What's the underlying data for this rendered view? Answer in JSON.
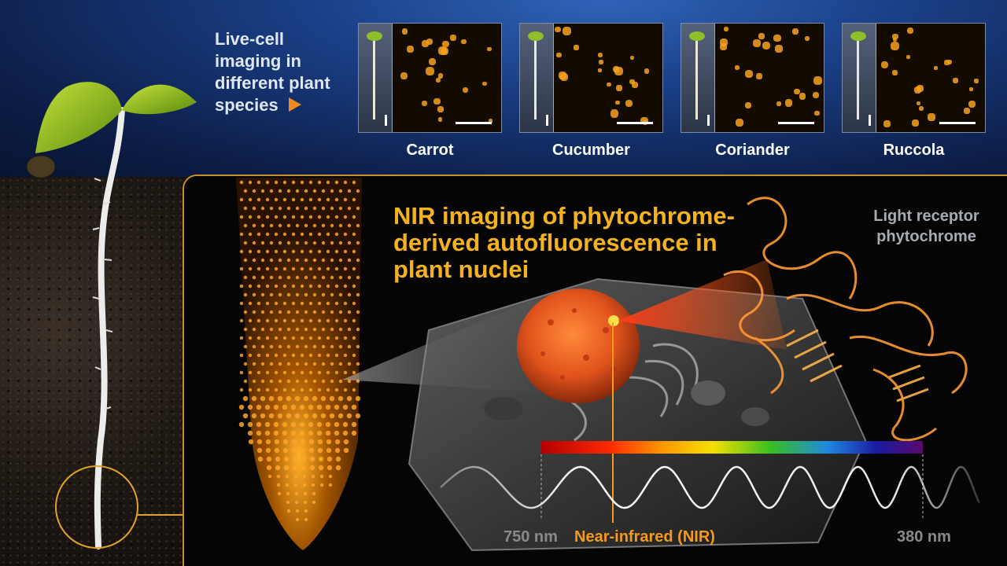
{
  "header": {
    "intro_lines": [
      "Live-cell",
      "imaging in",
      "different plant",
      "species"
    ]
  },
  "species": [
    {
      "name": "Carrot"
    },
    {
      "name": "Cucumber"
    },
    {
      "name": "Coriander"
    },
    {
      "name": "Ruccola"
    }
  ],
  "main": {
    "headline_lines": [
      "NIR imaging of phytochrome-",
      "derived autofluorescence in",
      "plant nuclei"
    ],
    "receptor_lines": [
      "Light receptor",
      "phytochrome"
    ]
  },
  "spectrum": {
    "left_label": "750 nm",
    "center_label": "Near-infrared (NIR)",
    "right_label": "380 nm"
  },
  "colors": {
    "accent_orange": "#f4b21f",
    "frame_gold": "#c8902a",
    "fluorescence": "#ff9a1a",
    "top_blue": "#1a3f86"
  },
  "icons": {
    "pointer": "orange-triangle-arrow-icon"
  }
}
